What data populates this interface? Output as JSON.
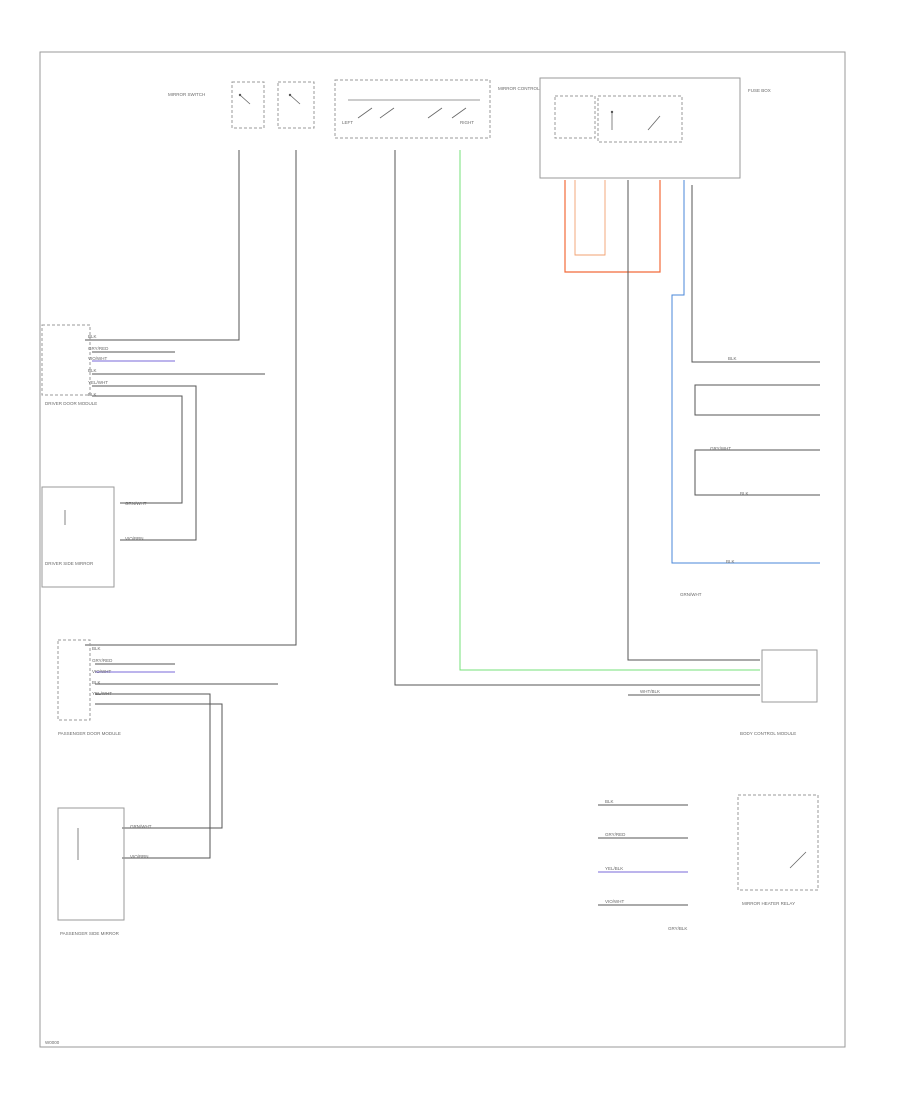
{
  "colors": {
    "wire_default": "#555555",
    "wire_green": "#74e07a",
    "wire_orange": "#f26b3a",
    "wire_blue": "#4a87d9",
    "wire_violet": "#7a6ad8",
    "border": "#9a9a9a"
  },
  "components": {
    "mirror_switch": "MIRROR SWITCH",
    "select_left": "LEFT",
    "select_right": "RIGHT",
    "mirror_control": "MIRROR CONTROL",
    "fuse_box": "FUSE BOX",
    "driver_door_module": "DRIVER DOOR MODULE",
    "driver_mirror": "DRIVER SIDE MIRROR",
    "passenger_door_module": "PASSENGER DOOR MODULE",
    "passenger_mirror": "PASSENGER SIDE MIRROR",
    "body_control_module": "BODY CONTROL MODULE",
    "mirror_heater_relay": "MIRROR HEATER RELAY"
  },
  "wire_labels": {
    "w1": "BLK",
    "w2": "GRY/RED",
    "w3": "VIO/WHT",
    "w4": "BLK",
    "w5": "YEL/WHT",
    "w6": "BLK",
    "w7": "GRN/WHT",
    "w8": "VIO/BRN",
    "w9": "BLK",
    "w10": "GRY/RED",
    "w11": "VIO/WHT",
    "w12": "BLK",
    "w13": "YEL/WHT",
    "w14": "GRN/WHT",
    "w15": "VIO/BRN",
    "w16": "BLK",
    "w17": "GRY/WHT",
    "w18": "BLK",
    "w19": "BLK",
    "w20": "GRN/WHT",
    "w21": "WHT/BLK",
    "w22": "BLK",
    "w23": "GRY/RED",
    "w24": "YEL/BLK",
    "w25": "VIO/WHT",
    "w26": "GRY/BLK"
  },
  "footer": {
    "code": "W0000"
  }
}
